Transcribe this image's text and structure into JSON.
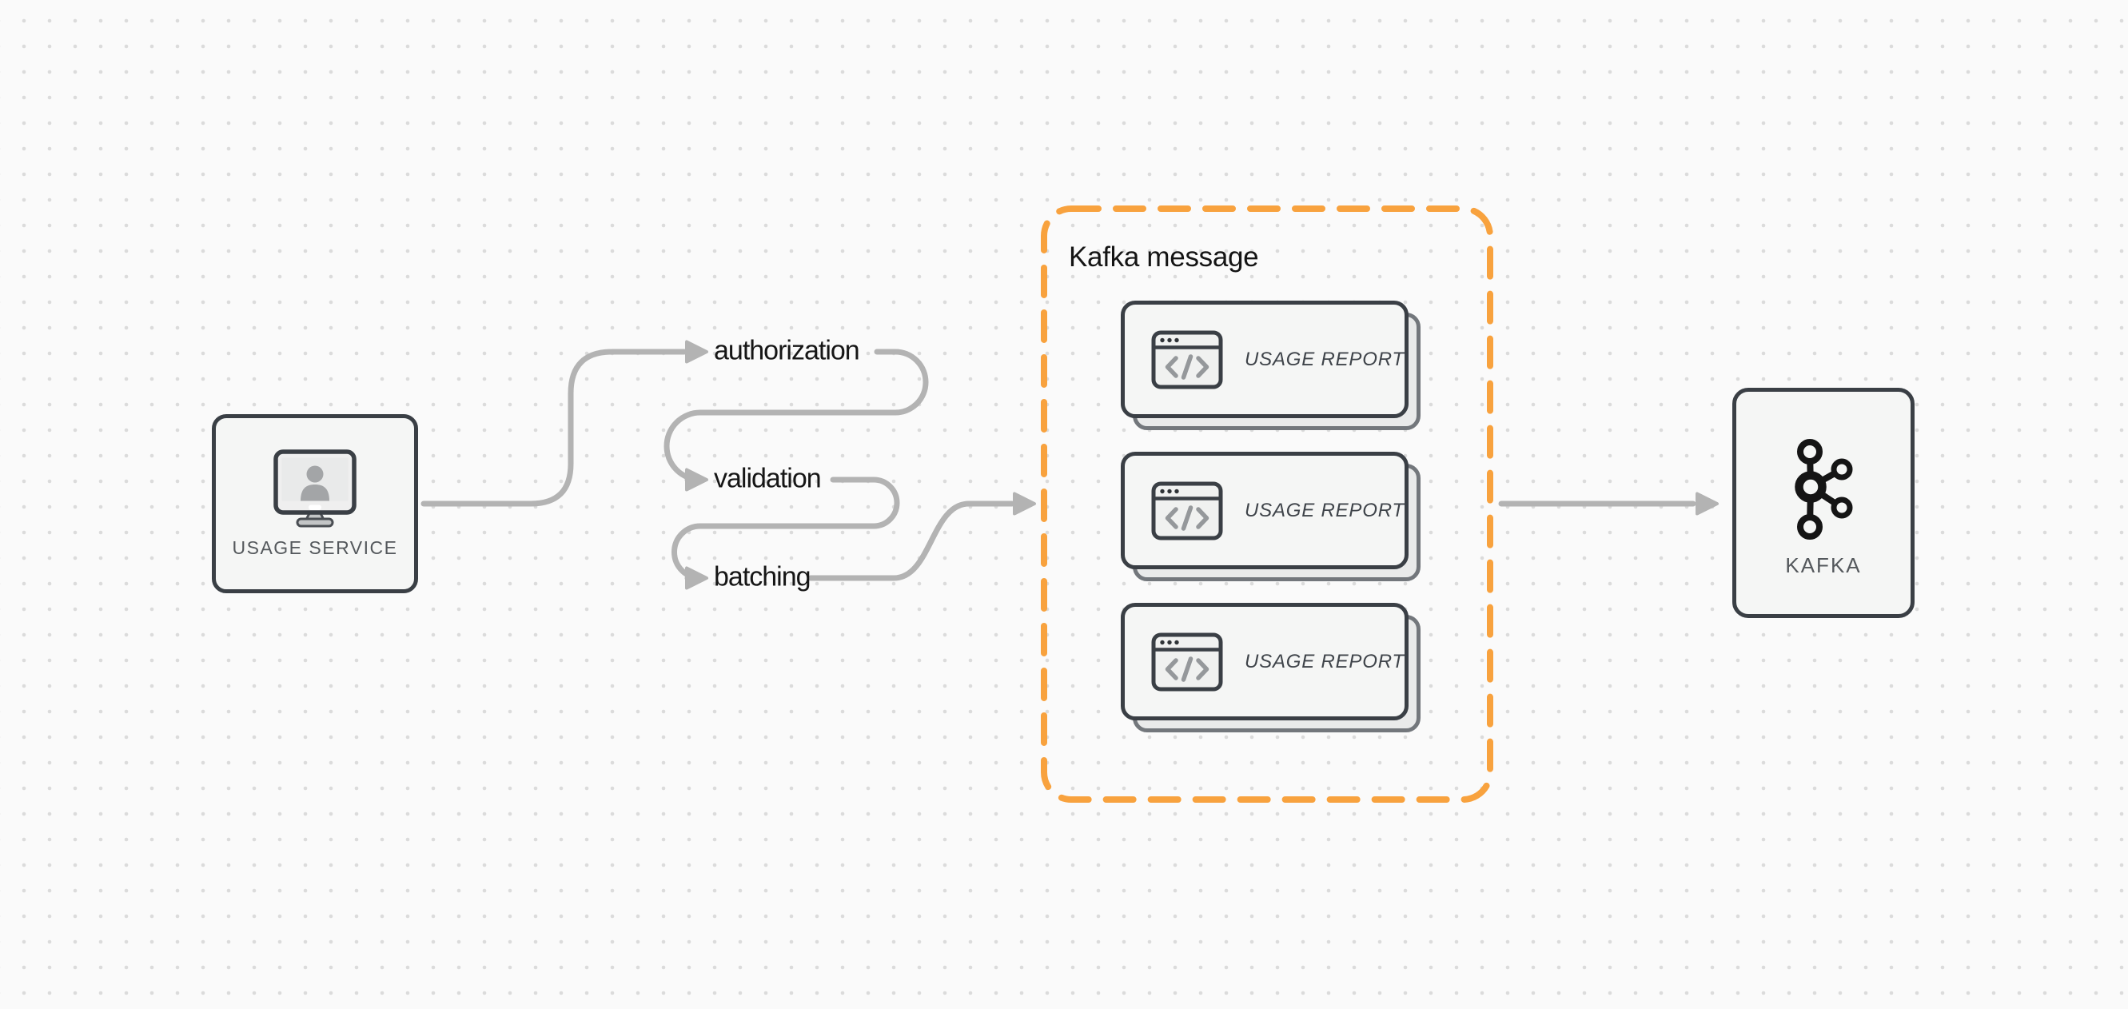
{
  "colors": {
    "background": "#FAFAFA",
    "dot_grid": "#DBDBDB",
    "connector_gray": "#B3B3B3",
    "outline_dark": "#3A3F45",
    "node_fill": "#F5F6F5",
    "accent_orange": "#F8A23E",
    "node_label_gray": "#54585C",
    "flow_label_dark": "#161616",
    "shadow_card_border": "#73777C",
    "shadow_card_fill": "#E9EAEA",
    "icon_glyph_gray": "#95989B"
  },
  "nodes": {
    "usage_service": {
      "label": "USAGE SERVICE",
      "icon": "monitor-user-icon"
    },
    "kafka": {
      "label": "KAFKA",
      "icon": "kafka-logo-icon"
    }
  },
  "flow_steps": [
    {
      "label": "authorization"
    },
    {
      "label": "validation"
    },
    {
      "label": "batching"
    }
  ],
  "kafka_message_group": {
    "title": "Kafka message",
    "cards": [
      {
        "label": "USAGE REPORT",
        "icon": "code-window-icon"
      },
      {
        "label": "USAGE REPORT",
        "icon": "code-window-icon"
      },
      {
        "label": "USAGE REPORT",
        "icon": "code-window-icon"
      }
    ]
  }
}
